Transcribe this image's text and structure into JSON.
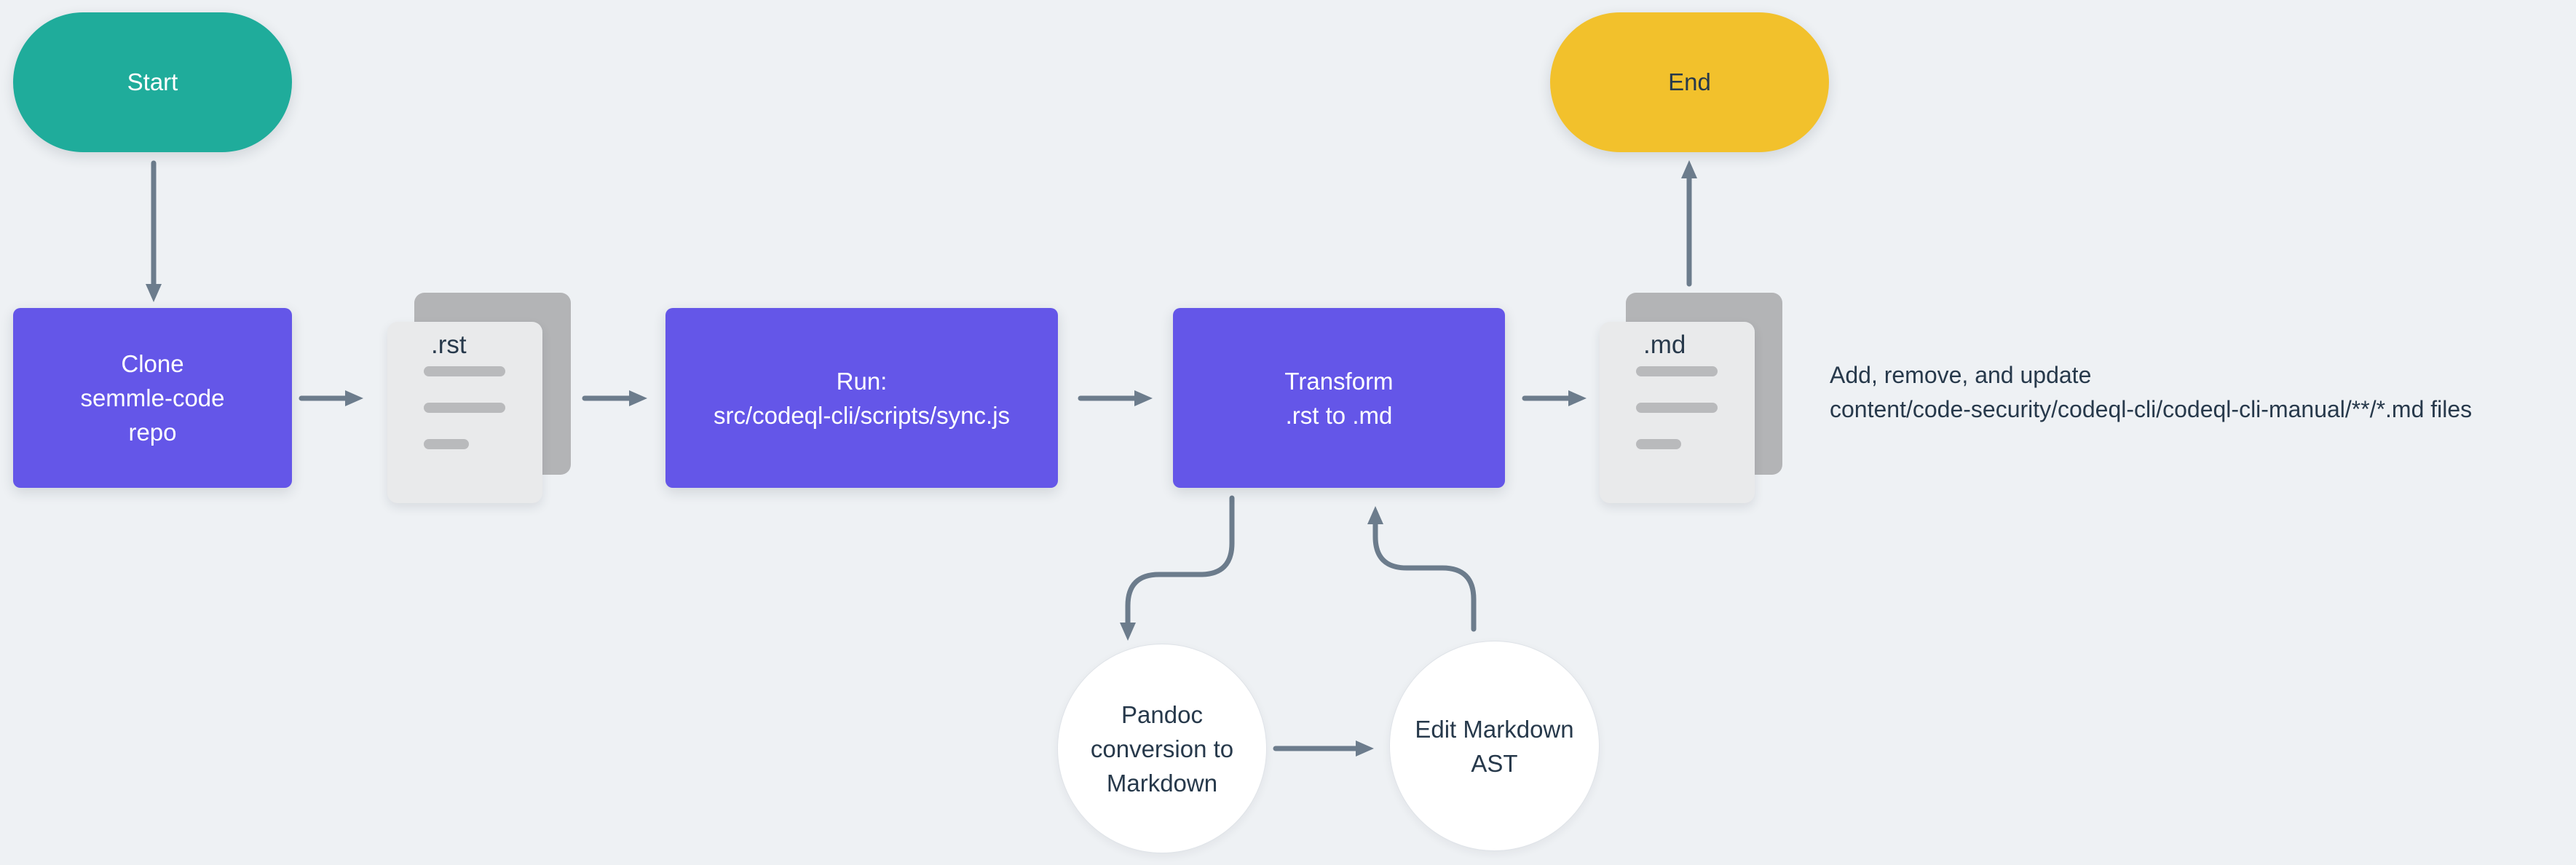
{
  "diagram_type": "flowchart",
  "palette": {
    "bg": "#eef1f4",
    "teal": "#1fac9b",
    "purple": "#6456e8",
    "yellow": "#f2c12c",
    "arrow": "#6c7c8c",
    "navy": "#27394b",
    "white": "#ffffff",
    "doc-back": "#b3b4b6",
    "doc-front": "#e9eaeb",
    "doc-line": "#b9babc"
  },
  "nodes": {
    "start": {
      "label": "Start",
      "shape": "pill",
      "color": "#1fac9b"
    },
    "clone": {
      "label": "Clone\nsemmle-code\nrepo",
      "shape": "process-box",
      "color": "#6456e8"
    },
    "rst_doc": {
      "label": ".rst",
      "shape": "document-stack"
    },
    "run": {
      "label": "Run:\nsrc/codeql-cli/scripts/sync.js",
      "shape": "process-box",
      "color": "#6456e8"
    },
    "transform": {
      "label": "Transform\n.rst to .md",
      "shape": "process-box",
      "color": "#6456e8"
    },
    "md_doc": {
      "label": ".md",
      "shape": "document-stack"
    },
    "end": {
      "label": "End",
      "shape": "pill",
      "color": "#f2c12c"
    },
    "pandoc": {
      "label": "Pandoc\nconversion to\nMarkdown",
      "shape": "circle"
    },
    "edit_ast": {
      "label": "Edit Markdown\nAST",
      "shape": "circle"
    }
  },
  "annotation": {
    "text": "Add, remove, and update\ncontent/code-security/codeql-cli/codeql-cli-manual/**/*.md files"
  },
  "edges": [
    {
      "from": "start",
      "to": "clone"
    },
    {
      "from": "clone",
      "to": "rst_doc"
    },
    {
      "from": "rst_doc",
      "to": "run"
    },
    {
      "from": "run",
      "to": "transform"
    },
    {
      "from": "transform",
      "to": "md_doc"
    },
    {
      "from": "md_doc",
      "to": "end"
    },
    {
      "from": "transform",
      "to": "pandoc"
    },
    {
      "from": "pandoc",
      "to": "edit_ast"
    },
    {
      "from": "edit_ast",
      "to": "transform"
    }
  ]
}
